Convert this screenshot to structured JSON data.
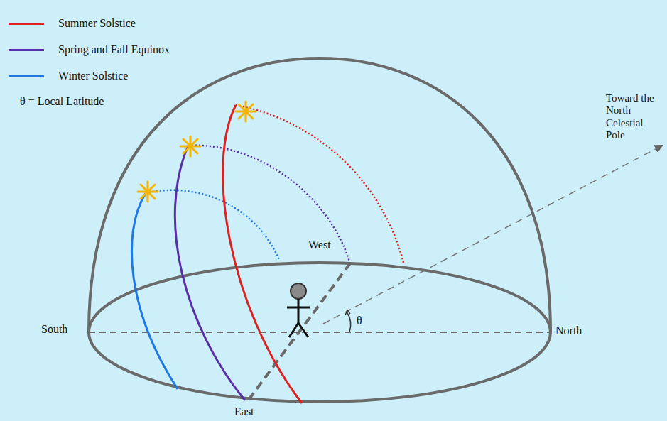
{
  "diagram": {
    "labels": [
      "θ = Local Latitude",
      "Toward the North Celestial Pole",
      "West",
      "South",
      "North",
      "East",
      "θ"
    ],
    "legend": [
      {
        "text": "Summer Solstice",
        "color": "#e0201e"
      },
      {
        "text": "Spring and Fall Equinox",
        "color": "#5a2ea6"
      },
      {
        "text": "Winter Solstice",
        "color": "#1e78e6"
      }
    ]
  }
}
